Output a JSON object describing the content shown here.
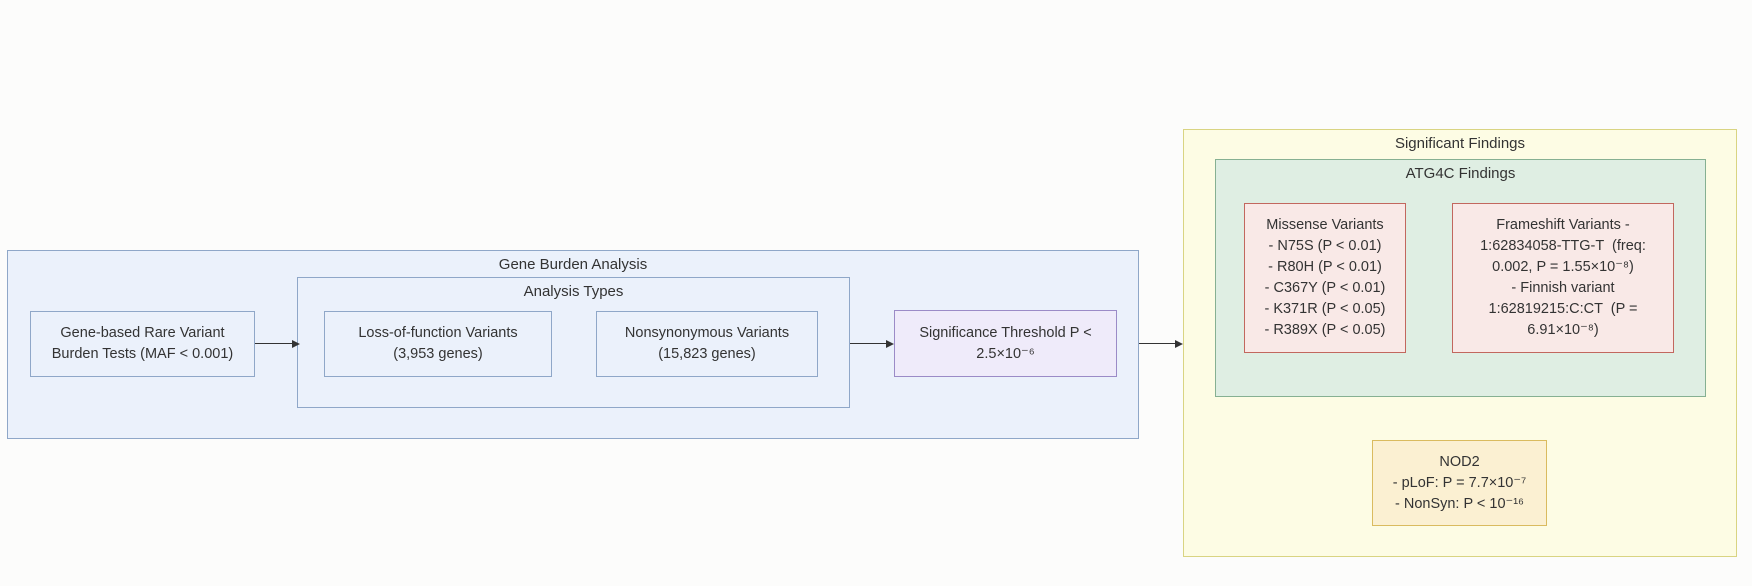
{
  "diagram": {
    "type": "flowchart",
    "containers": {
      "gene_burden": {
        "title": "Gene Burden Analysis"
      },
      "analysis_types": {
        "title": "Analysis Types"
      },
      "significant_findings": {
        "title": "Significant Findings"
      },
      "atg4c": {
        "title": "ATG4C Findings"
      }
    },
    "nodes": {
      "gene_based": {
        "lines": [
          "Gene-based Rare Variant",
          "Burden Tests (MAF < 0.001)"
        ]
      },
      "lof": {
        "lines": [
          "Loss-of-function Variants",
          "(3,953 genes)"
        ]
      },
      "nonsyn": {
        "lines": [
          "Nonsynonymous Variants",
          "(15,823 genes)"
        ]
      },
      "significance": {
        "lines": [
          "Significance Threshold P <",
          "2.5×10⁻⁶"
        ]
      },
      "missense": {
        "lines": [
          "Missense Variants",
          "- N75S (P < 0.01)",
          "- R80H (P < 0.01)",
          "- C367Y (P < 0.01)",
          "- K371R (P < 0.05)",
          "- R389X (P < 0.05)"
        ]
      },
      "frameshift": {
        "lines": [
          "Frameshift Variants -",
          "1:62834058-TTG-T  (freq:",
          "0.002, P = 1.55×10⁻⁸)",
          "- Finnish variant",
          "1:62819215:C:CT  (P =",
          "6.91×10⁻⁸)"
        ]
      },
      "nod2": {
        "lines": [
          "NOD2",
          "- pLoF: P = 7.7×10⁻⁷",
          "- NonSyn: P < 10⁻¹⁶"
        ]
      }
    },
    "colors": {
      "bg": "#FCFCFB",
      "text": "#333333",
      "arrow": "#333333",
      "blue_fill": "#EBF1FB",
      "blue_border": "#8FA7C8",
      "purple_fill": "#EFEBFA",
      "purple_border": "#9B8BC7",
      "yellow_fill": "#FDFCE4",
      "yellow_border": "#D9D482",
      "green_fill": "#DFEEE3",
      "green_border": "#86B092",
      "pink_fill": "#F9E9E7",
      "pink_border": "#C2675E",
      "gold_fill": "#FBF0D2",
      "gold_border": "#DABB5F"
    }
  }
}
